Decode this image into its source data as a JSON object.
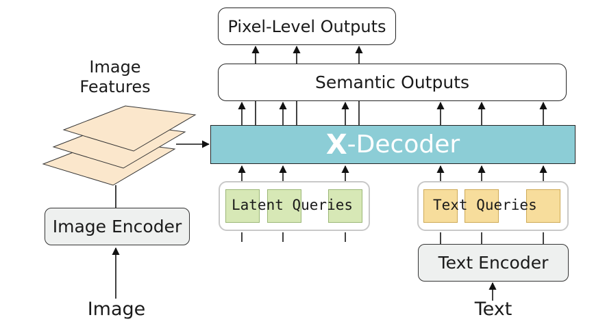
{
  "nodes": {
    "pixel_outputs": "Pixel-Level Outputs",
    "semantic_outputs": "Semantic Outputs",
    "decoder_mark": "X",
    "decoder_suffix": "-Decoder",
    "latent_queries": "Latent Queries",
    "text_queries": "Text Queries",
    "image_encoder": "Image Encoder",
    "text_encoder": "Text Encoder",
    "image_features_line1": "Image",
    "image_features_line2": "Features",
    "image_input": "Image",
    "text_input": "Text"
  },
  "colors": {
    "decoder_fill": "#8ccdd6",
    "latent_query_fill": "#d7e8b6",
    "text_query_fill": "#f7dd9c",
    "feature_map_fill": "#fbe7cc",
    "encoder_fill": "#eef0ef"
  }
}
